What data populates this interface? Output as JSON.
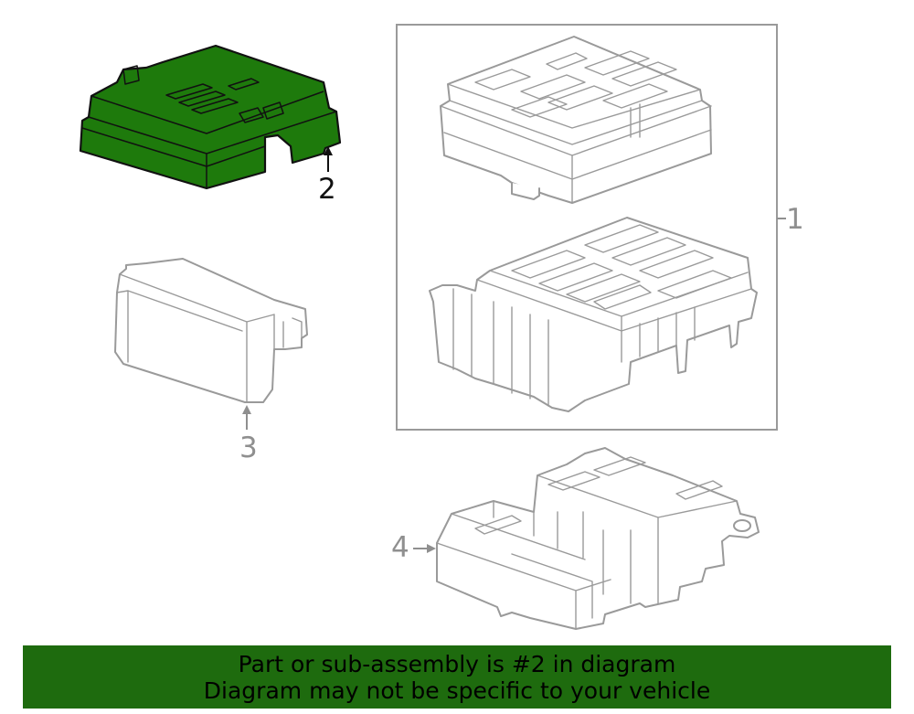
{
  "colors": {
    "highlight_fill": "#1e7a0c",
    "banner_background": "#1e6b0e",
    "line_grey": "#9a9a9a",
    "highlight_stroke": "#111111"
  },
  "diagram": {
    "callouts": {
      "part1": "1",
      "part2": "2",
      "part3": "3",
      "part4": "4"
    },
    "highlighted_part": "2"
  },
  "banner": {
    "line1": "Part or sub-assembly is #2 in diagram",
    "line2": "Diagram may not be specific to your vehicle"
  }
}
